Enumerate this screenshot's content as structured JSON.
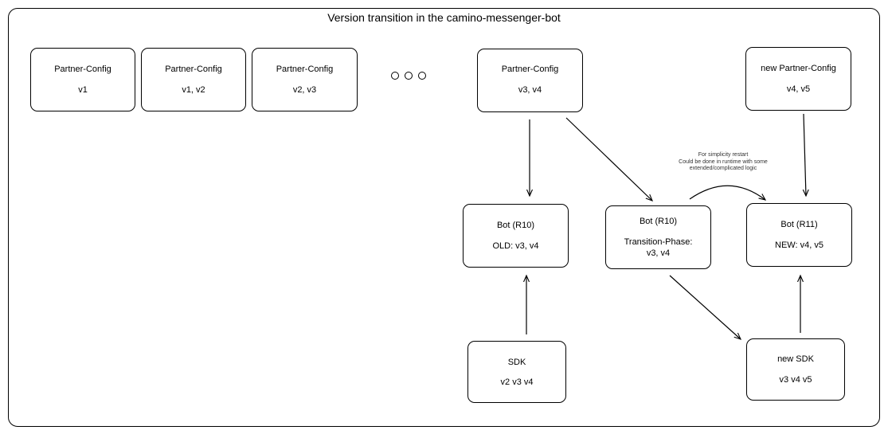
{
  "title": "Version transition in the camino-messenger-bot",
  "ellipsis_glyph": "circle-outline",
  "boxes": {
    "pc_v1": {
      "line1": "Partner-Config",
      "line2": "v1"
    },
    "pc_v1v2": {
      "line1": "Partner-Config",
      "line2": "v1, v2"
    },
    "pc_v2v3": {
      "line1": "Partner-Config",
      "line2": "v2, v3"
    },
    "pc_v3v4": {
      "line1": "Partner-Config",
      "line2": "v3, v4"
    },
    "pc_new": {
      "line1": "new Partner-Config",
      "line2": "v4, v5"
    },
    "bot_old": {
      "line1": "Bot (R10)",
      "line2": "OLD: v3, v4"
    },
    "bot_transition": {
      "line1": "Bot (R10)",
      "line2": "Transition-Phase:",
      "line3": "v3, v4"
    },
    "bot_new": {
      "line1": "Bot (R11)",
      "line2": "NEW: v4, v5"
    },
    "sdk": {
      "line1": "SDK",
      "line2": "v2 v3 v4"
    },
    "sdk_new": {
      "line1": "new SDK",
      "line2": "v3 v4 v5"
    }
  },
  "note": {
    "line1": "For simplicity restart",
    "line2": "Could be done in runtime with some",
    "line3": "extended/complicated logic"
  }
}
